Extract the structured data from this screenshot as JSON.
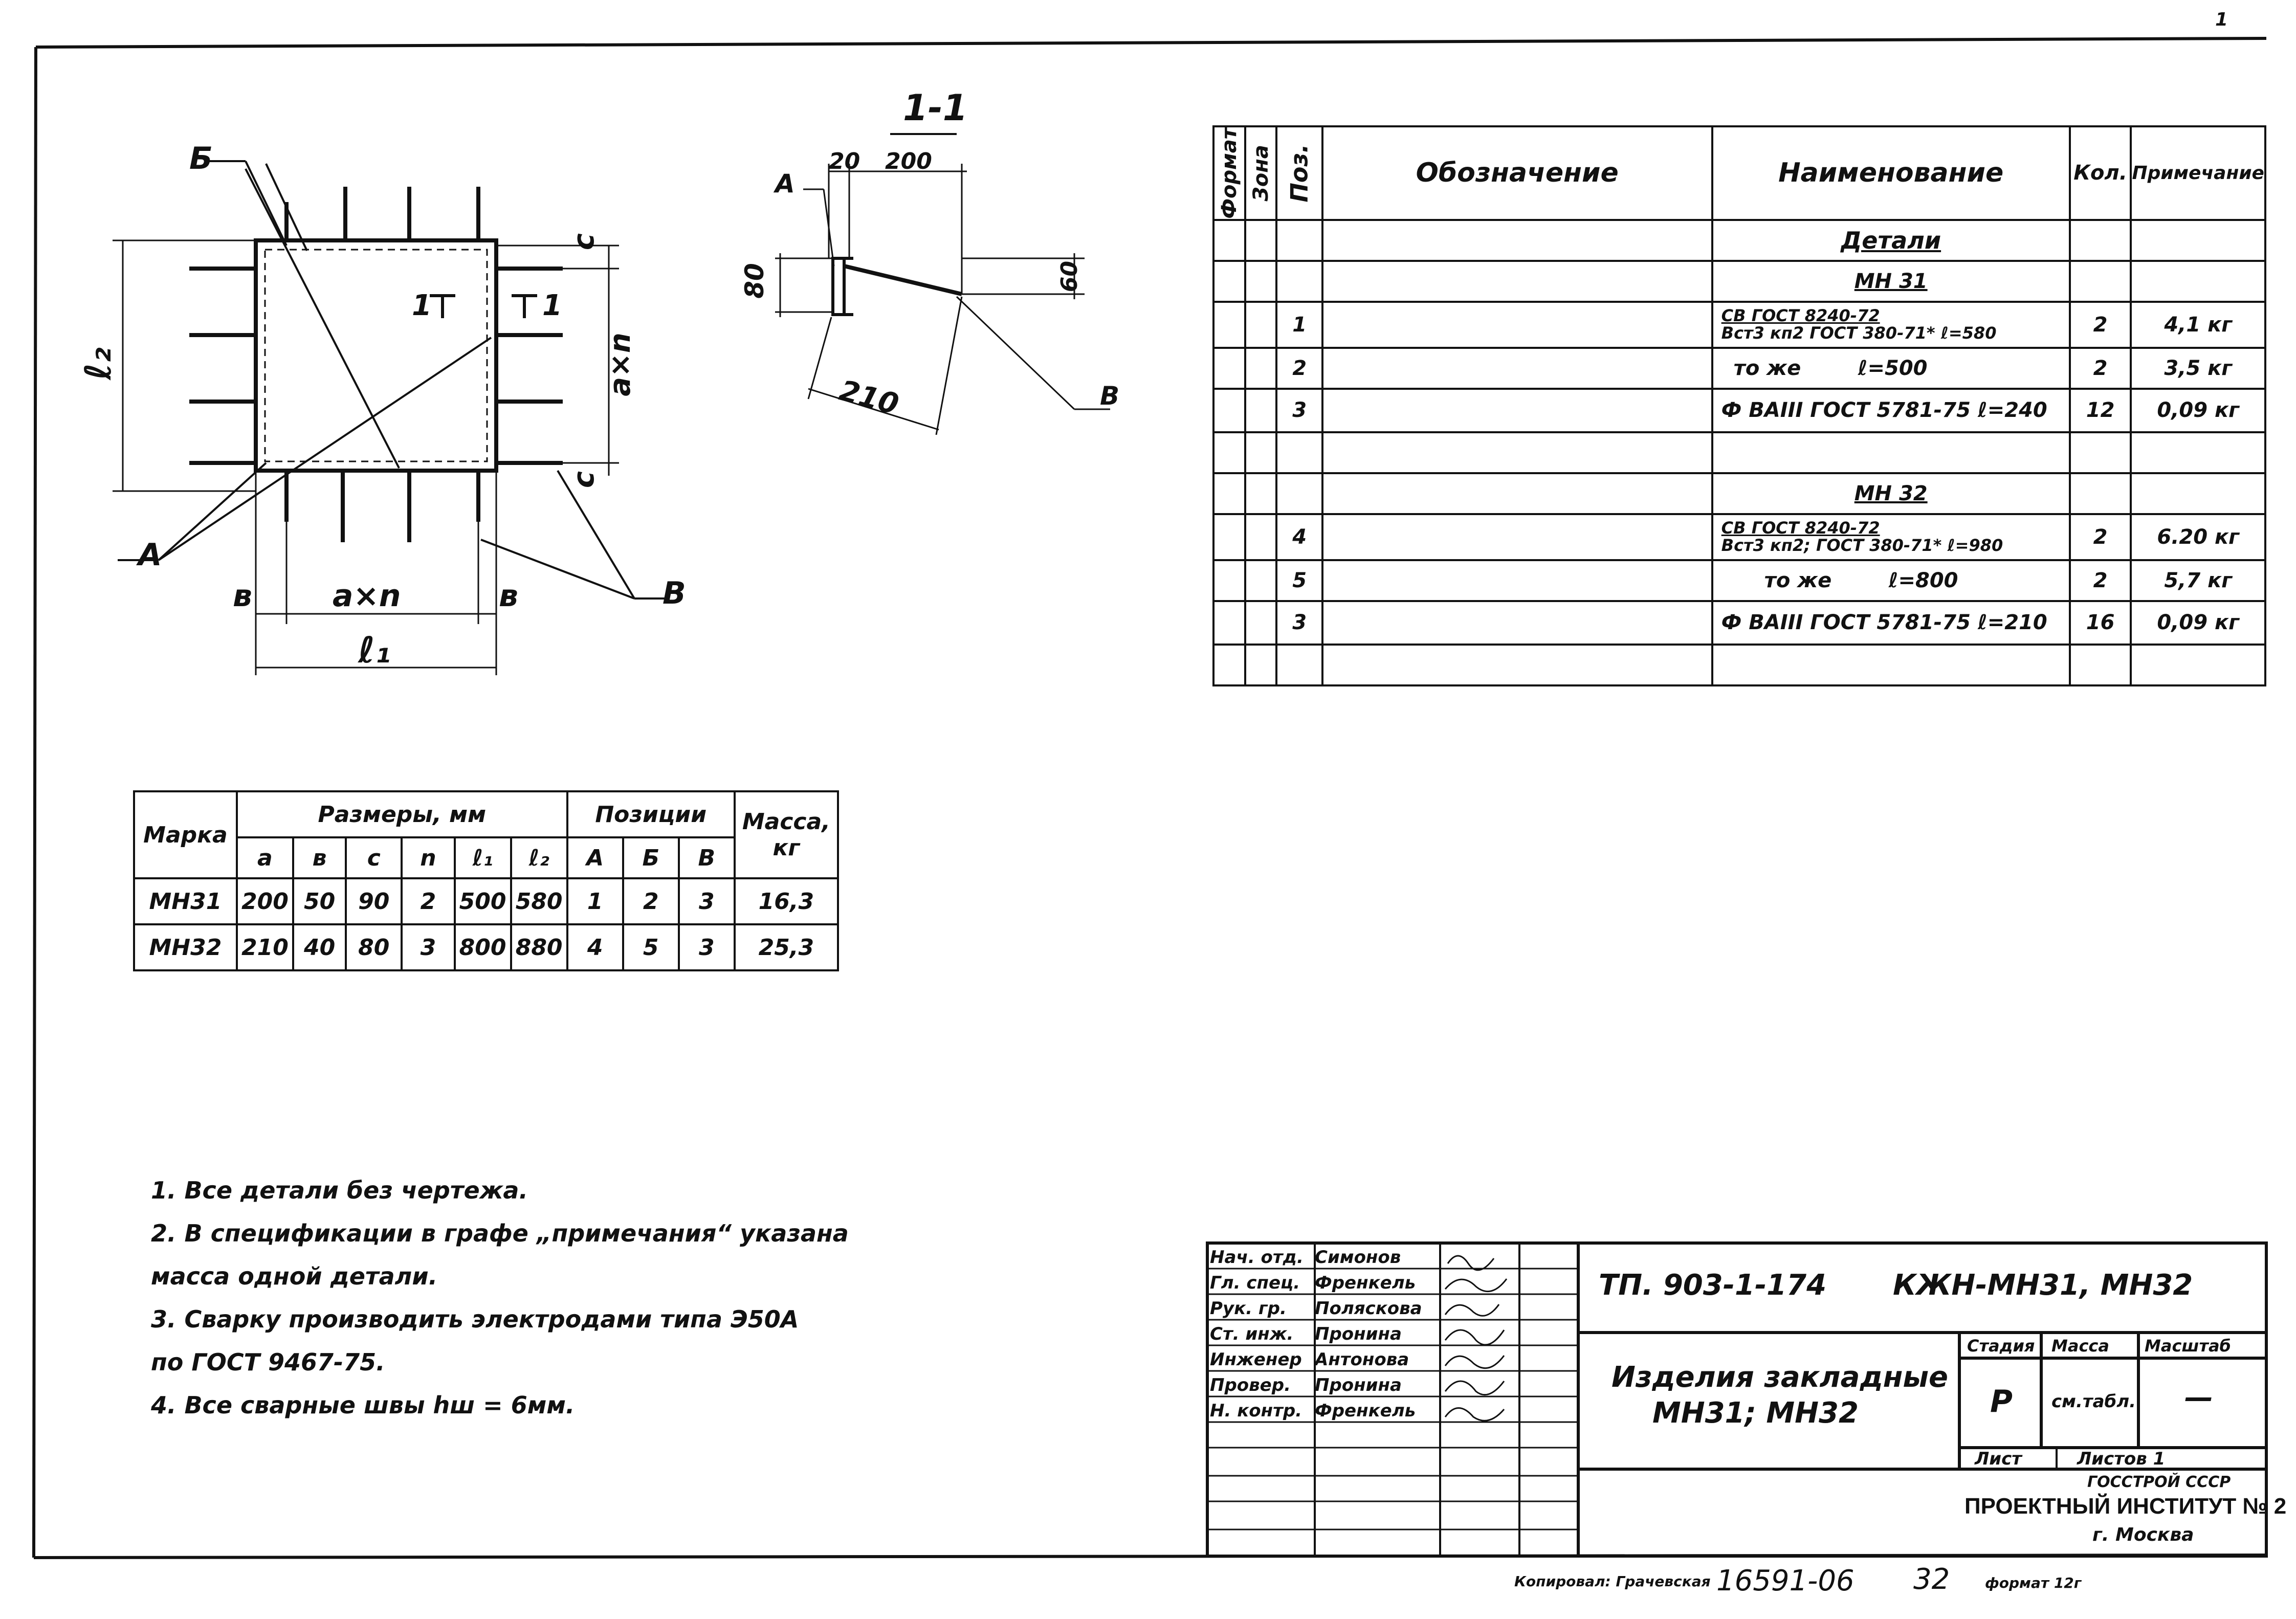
{
  "corner_mark": "1",
  "detail_plan": {
    "label_b_top": "Б",
    "label_a": "А",
    "label_v": "В",
    "dim_l2": "ℓ₂",
    "dim_c": "c",
    "dim_axn_vertical": "a×n",
    "dim_c_bottom": "c",
    "dim_b_left": "в",
    "dim_axn": "a×n",
    "dim_b_right": "в",
    "dim_l1": "ℓ₁",
    "section_mark_left": "1",
    "section_mark_right": "1"
  },
  "section_1_1": {
    "title": "1-1",
    "label_a": "А",
    "dim_20": "20",
    "dim_200": "200",
    "dim_80": "80",
    "dim_60": "60",
    "dim_210": "210",
    "label_v": "В"
  },
  "spec_table": {
    "col_format": "Формат",
    "col_zone": "Зона",
    "col_pos": "Поз.",
    "col_designation": "Обозначение",
    "col_name": "Наименование",
    "col_qty": "Кол.",
    "col_note": "Примечание",
    "section_details": "Детали",
    "group1": "МН 31",
    "group2": "МН 32",
    "rows": [
      {
        "pos": "1",
        "name_top": "СВ ГОСТ 8240-72",
        "name_bottom": "Вст3 кп2 ГОСТ 380-71*",
        "len": "ℓ=580",
        "qty": "2",
        "note": "4,1 кг"
      },
      {
        "pos": "2",
        "name_top": "то же",
        "name_bottom": "",
        "len": "ℓ=500",
        "qty": "2",
        "note": "3,5 кг"
      },
      {
        "pos": "3",
        "name_top": "Ф ВАIII ГОСТ 5781-75",
        "name_bottom": "",
        "len": "ℓ=240",
        "qty": "12",
        "note": "0,09 кг"
      },
      {
        "pos": "4",
        "name_top": "СВ ГОСТ 8240-72",
        "name_bottom": "Вст3 кп2; ГОСТ 380-71*",
        "len": "ℓ=980",
        "qty": "2",
        "note": "6.20 кг"
      },
      {
        "pos": "5",
        "name_top": "то же",
        "name_bottom": "",
        "len": "ℓ=800",
        "qty": "2",
        "note": "5,7 кг"
      },
      {
        "pos": "3",
        "name_top": "Ф ВАIII ГОСТ 5781-75",
        "name_bottom": "",
        "len": "ℓ=210",
        "qty": "16",
        "note": "0,09 кг"
      }
    ]
  },
  "marks_table": {
    "h_mark": "Марка",
    "h_sizes": "Размеры, мм",
    "h_positions": "Позиции",
    "h_mass": "Масса,",
    "h_mass_unit": "кг",
    "sub": [
      "a",
      "в",
      "c",
      "n",
      "ℓ₁",
      "ℓ₂",
      "А",
      "Б",
      "В"
    ],
    "rows": [
      [
        "МН31",
        "200",
        "50",
        "90",
        "2",
        "500",
        "580",
        "1",
        "2",
        "3",
        "16,3"
      ],
      [
        "МН32",
        "210",
        "40",
        "80",
        "3",
        "800",
        "880",
        "4",
        "5",
        "3",
        "25,3"
      ]
    ]
  },
  "notes": [
    "1. Все детали без чертежа.",
    "2. В спецификации в графе „примечания“ указана",
    "масса одной детали.",
    "3. Сварку производить электродами типа Э50А",
    "по ГОСТ 9467-75.",
    "4. Все сварные швы  hш = 6мм."
  ],
  "title_block": {
    "staff": [
      {
        "role": "Нач. отд.",
        "name": "Симонов"
      },
      {
        "role": "Гл. спец.",
        "name": "Френкель"
      },
      {
        "role": "Рук. гр.",
        "name": "Поляскова"
      },
      {
        "role": "Ст. инж.",
        "name": "Пронина"
      },
      {
        "role": "Инженер",
        "name": "Антонова"
      },
      {
        "role": "Провер.",
        "name": "Пронина"
      },
      {
        "role": "Н. контр.",
        "name": "Френкель"
      }
    ],
    "doc_code": "ТП. 903-1-174",
    "doc_mark": "КЖН-МН31, МН32",
    "item_title_1": "Изделия закладные",
    "item_title_2": "МН31; МН32",
    "h_stage": "Стадия",
    "h_mass": "Масса",
    "h_scale": "Масштаб",
    "stage": "Р",
    "mass": "см.табл.",
    "scale": "—",
    "sheet": "Лист",
    "sheets": "Листов 1",
    "org1": "ГОССТРОЙ СССР",
    "org2": "ПРОЕКТНЫЙ ИНСТИТУТ № 2",
    "org3": "г. Москва"
  },
  "footer": {
    "copied": "Копировал: Грачевская",
    "number": "16591-06",
    "page": "32",
    "format": "формат 12г"
  }
}
